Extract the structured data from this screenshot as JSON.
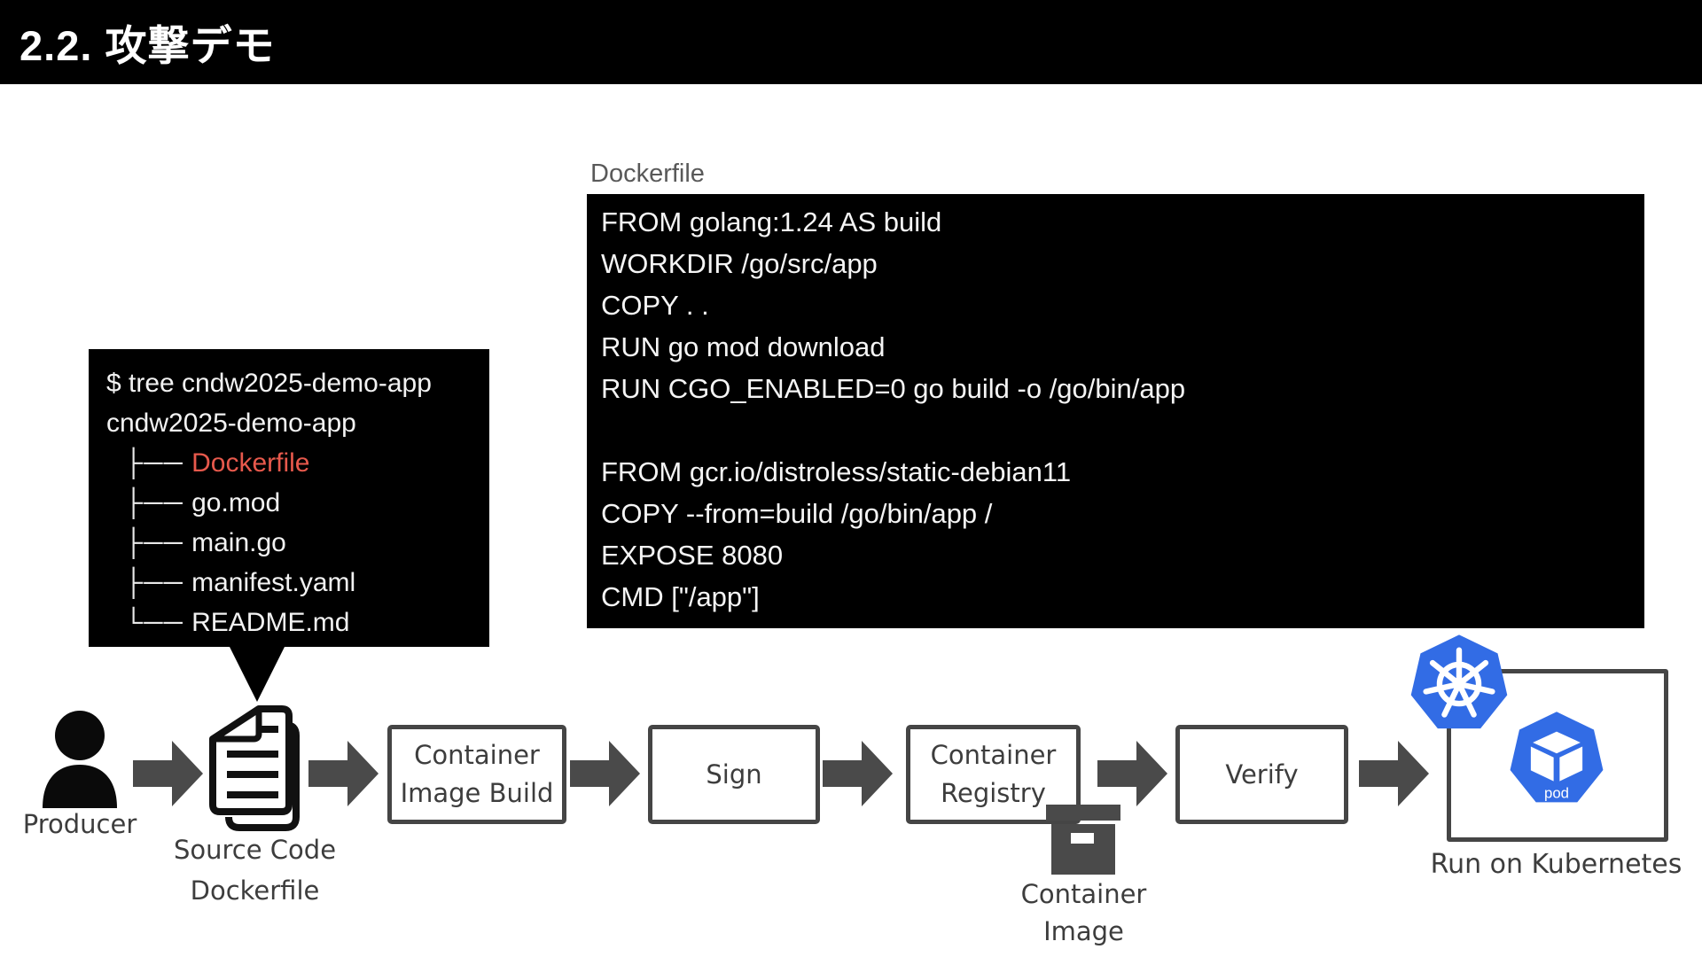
{
  "header": {
    "title": "2.2. 攻撃デモ"
  },
  "dockerfile": {
    "label": "Dockerfile",
    "lines": [
      "FROM golang:1.24 AS build",
      "WORKDIR /go/src/app",
      "COPY . .",
      "RUN go mod download",
      "RUN CGO_ENABLED=0 go build -o /go/bin/app",
      "",
      "FROM gcr.io/distroless/static-debian11",
      "COPY --from=build /go/bin/app /",
      "EXPOSE 8080",
      "CMD [\"/app\"]"
    ]
  },
  "tree": {
    "command": "$ tree cndw2025-demo-app",
    "root": "cndw2025-demo-app",
    "entries": [
      {
        "prefix": "├── ",
        "name": "Dockerfile",
        "highlight": true
      },
      {
        "prefix": "├── ",
        "name": "go.mod",
        "highlight": false
      },
      {
        "prefix": "├── ",
        "name": "main.go",
        "highlight": false
      },
      {
        "prefix": "├── ",
        "name": "manifest.yaml",
        "highlight": false
      },
      {
        "prefix": "└── ",
        "name": "README.md",
        "highlight": false
      }
    ]
  },
  "flow": {
    "producer": {
      "label": "Producer"
    },
    "source": {
      "line1": "Source Code",
      "line2": "Dockerfile"
    },
    "steps": [
      {
        "line1": "Container",
        "line2": "Image Build"
      },
      {
        "line1": "Sign",
        "line2": ""
      },
      {
        "line1": "Container",
        "line2": "Registry"
      },
      {
        "line1": "Verify",
        "line2": ""
      }
    ],
    "container_image": {
      "line1": "Container",
      "line2": "Image"
    },
    "kubernetes": {
      "pod_label": "pod",
      "run_label": "Run on Kubernetes"
    }
  },
  "colors": {
    "kubernetes_blue": "#326ce5",
    "highlight_red": "#e7594c",
    "arrow_gray": "#4a4a4a",
    "box_border_gray": "#454545",
    "terminal_bg": "#000000"
  }
}
